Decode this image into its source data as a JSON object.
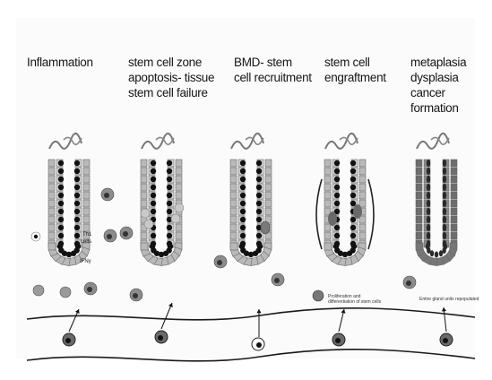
{
  "stages": [
    {
      "lines": [
        "Inflammation"
      ]
    },
    {
      "lines": [
        "stem cell zone",
        "apoptosis- tissue",
        "stem cell failure"
      ]
    },
    {
      "lines": [
        "BMD- stem",
        "cell recruitment"
      ]
    },
    {
      "lines": [
        "stem cell",
        "engraftment"
      ]
    },
    {
      "lines": [
        "metaplasia",
        "dysplasia",
        "cancer",
        "formation"
      ]
    }
  ],
  "annotations": {
    "th1": "Th1",
    "cells": "cells",
    "ifn": "IFNγ",
    "prolif_1": "Proliferation and",
    "prolif_2": "differentiation of stem cells",
    "repop": "Entire gland units repopulated"
  },
  "colors": {
    "cell_fill": "#b9b9b9",
    "cell_stroke": "#6a6a6a",
    "nucleus": "#111111",
    "dark_cell": "#585858",
    "vessel": "#1a1a1a"
  }
}
